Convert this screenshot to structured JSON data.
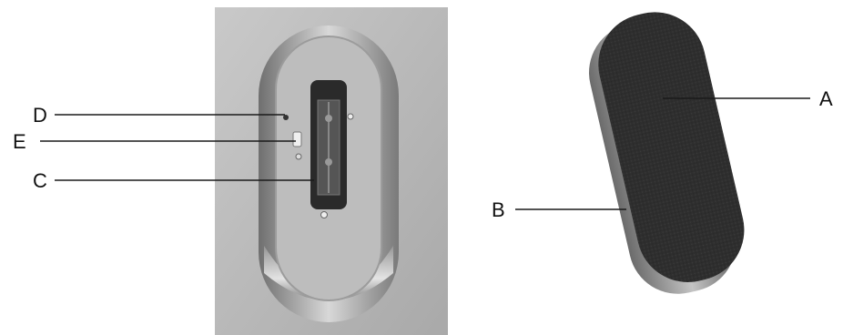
{
  "figure": {
    "left_photo": {
      "subject": "recessed-tray-with-mount-slot"
    },
    "right_photo": {
      "subject": "felt-pad"
    }
  },
  "callouts": [
    {
      "id": "A",
      "label": "A"
    },
    {
      "id": "B",
      "label": "B"
    },
    {
      "id": "C",
      "label": "C"
    },
    {
      "id": "D",
      "label": "D"
    },
    {
      "id": "E",
      "label": "E"
    }
  ],
  "colors": {
    "plate": "#b9b9b9",
    "felt": "#2e2e2e",
    "edge": "#8f8f8f",
    "line": "#1a1a1a"
  }
}
